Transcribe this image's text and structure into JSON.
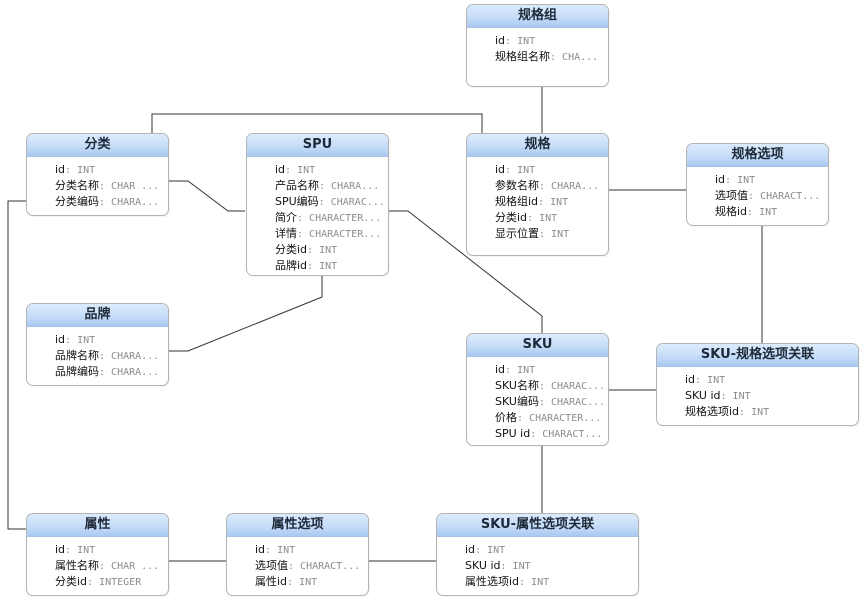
{
  "entities": {
    "spec_group": {
      "title": "规格组",
      "attrs": [
        {
          "name": "id",
          "type": "INT"
        },
        {
          "name": "规格组名称",
          "type": "CHA..."
        }
      ]
    },
    "category": {
      "title": "分类",
      "attrs": [
        {
          "name": "id",
          "type": "INT"
        },
        {
          "name": "分类名称",
          "type": "CHAR ..."
        },
        {
          "name": "分类编码",
          "type": "CHARA..."
        }
      ]
    },
    "spu": {
      "title": "SPU",
      "attrs": [
        {
          "name": "id",
          "type": "INT"
        },
        {
          "name": "产品名称",
          "type": "CHARA..."
        },
        {
          "name": "SPU编码",
          "type": "CHARAC..."
        },
        {
          "name": "简介",
          "type": "CHARACTER..."
        },
        {
          "name": "详情",
          "type": "CHARACTER..."
        },
        {
          "name": "分类id",
          "type": "INT"
        },
        {
          "name": "品牌id",
          "type": "INT"
        }
      ]
    },
    "spec": {
      "title": "规格",
      "attrs": [
        {
          "name": "id",
          "type": "INT"
        },
        {
          "name": "参数名称",
          "type": "CHARA..."
        },
        {
          "name": "规格组id",
          "type": "INT"
        },
        {
          "name": "分类id",
          "type": "INT"
        },
        {
          "name": "显示位置",
          "type": "INT"
        }
      ]
    },
    "spec_option": {
      "title": "规格选项",
      "attrs": [
        {
          "name": "id",
          "type": "INT"
        },
        {
          "name": "选项值",
          "type": "CHARACT..."
        },
        {
          "name": "规格id",
          "type": "INT"
        }
      ]
    },
    "brand": {
      "title": "品牌",
      "attrs": [
        {
          "name": "id",
          "type": "INT"
        },
        {
          "name": "品牌名称",
          "type": "CHARA..."
        },
        {
          "name": "品牌编码",
          "type": "CHARA..."
        }
      ]
    },
    "sku": {
      "title": "SKU",
      "attrs": [
        {
          "name": "id",
          "type": "INT"
        },
        {
          "name": "SKU名称",
          "type": "CHARAC..."
        },
        {
          "name": "SKU编码",
          "type": "CHARAC..."
        },
        {
          "name": "价格",
          "type": "CHARACTER..."
        },
        {
          "name": "SPU id",
          "type": "CHARACT..."
        }
      ]
    },
    "sku_spec_option": {
      "title": "SKU-规格选项关联",
      "attrs": [
        {
          "name": "id",
          "type": "INT"
        },
        {
          "name": "SKU id",
          "type": "INT"
        },
        {
          "name": "规格选项id",
          "type": "INT"
        }
      ]
    },
    "attribute": {
      "title": "属性",
      "attrs": [
        {
          "name": "id",
          "type": "INT"
        },
        {
          "name": "属性名称",
          "type": "CHAR ..."
        },
        {
          "name": "分类id",
          "type": "INTEGER"
        }
      ]
    },
    "attr_option": {
      "title": "属性选项",
      "attrs": [
        {
          "name": "id",
          "type": "INT"
        },
        {
          "name": "选项值",
          "type": "CHARACT..."
        },
        {
          "name": "属性id",
          "type": "INT"
        }
      ]
    },
    "sku_attr_option": {
      "title": "SKU-属性选项关联",
      "attrs": [
        {
          "name": "id",
          "type": "INT"
        },
        {
          "name": "SKU id",
          "type": "INT"
        },
        {
          "name": "属性选项id",
          "type": "INT"
        }
      ]
    }
  },
  "relationships": [
    {
      "from": "spec_group",
      "to": "spec"
    },
    {
      "from": "category",
      "to": "spec"
    },
    {
      "from": "category",
      "to": "spu"
    },
    {
      "from": "category",
      "to": "attribute"
    },
    {
      "from": "spec",
      "to": "spec_option"
    },
    {
      "from": "spu",
      "to": "brand"
    },
    {
      "from": "spu",
      "to": "sku"
    },
    {
      "from": "spec_option",
      "to": "sku_spec_option"
    },
    {
      "from": "sku",
      "to": "sku_spec_option"
    },
    {
      "from": "sku",
      "to": "sku_attr_option"
    },
    {
      "from": "attribute",
      "to": "attr_option"
    },
    {
      "from": "attr_option",
      "to": "sku_attr_option"
    }
  ],
  "colors": {
    "header_top": "#dcebfc",
    "header_bottom": "#a9c9f1",
    "line": "#333333",
    "type_text": "#8c8c8c"
  }
}
